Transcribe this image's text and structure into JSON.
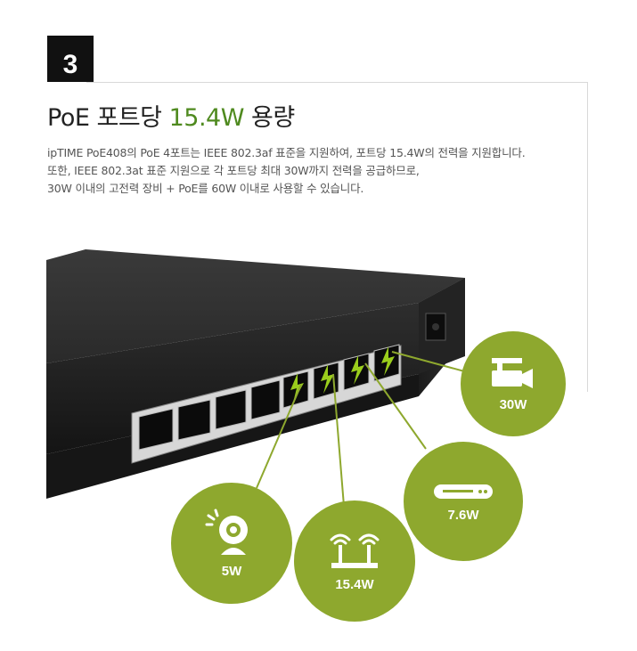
{
  "section_number": "3",
  "title": {
    "prefix": "PoE 포트당 ",
    "highlight": "15.4W",
    "suffix": " 용량"
  },
  "description": [
    "ipTIME PoE408의 PoE 4포트는 IEEE 802.3af 표준을 지원하여, 포트당 15.4W의 전력을 지원합니다.",
    "또한, IEEE 802.3at 표준 지원으로 각 포트당 최대 30W까지 전력을 공급하므로,",
    "30W 이내의 고전력 장비 + PoE를 60W 이내로 사용할 수 있습니다."
  ],
  "devices": [
    {
      "icon": "cctv-camera-icon",
      "label": "30W"
    },
    {
      "icon": "set-top-box-icon",
      "label": "7.6W"
    },
    {
      "icon": "wifi-router-icon",
      "label": "15.4W"
    },
    {
      "icon": "webcam-icon",
      "label": "5W"
    }
  ],
  "colors": {
    "accent": "#8ea82e",
    "title_highlight": "#4f8a1f",
    "poe_bolt": "#9acd1c"
  }
}
